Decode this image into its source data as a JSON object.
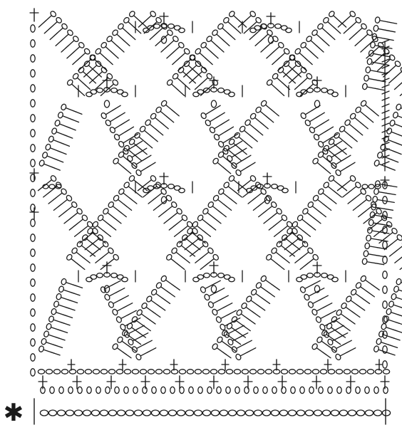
{
  "diagram": {
    "type": "crochet-stitch-chart",
    "pattern": "diamond-lattice",
    "ink_color": "#1a1a1a",
    "background_color": "#ffffff",
    "start_marker": "✱",
    "stitch_symbols": [
      "chain-oval",
      "double-crochet-stick",
      "treble-crochet-stick",
      "slip-stitch"
    ]
  }
}
